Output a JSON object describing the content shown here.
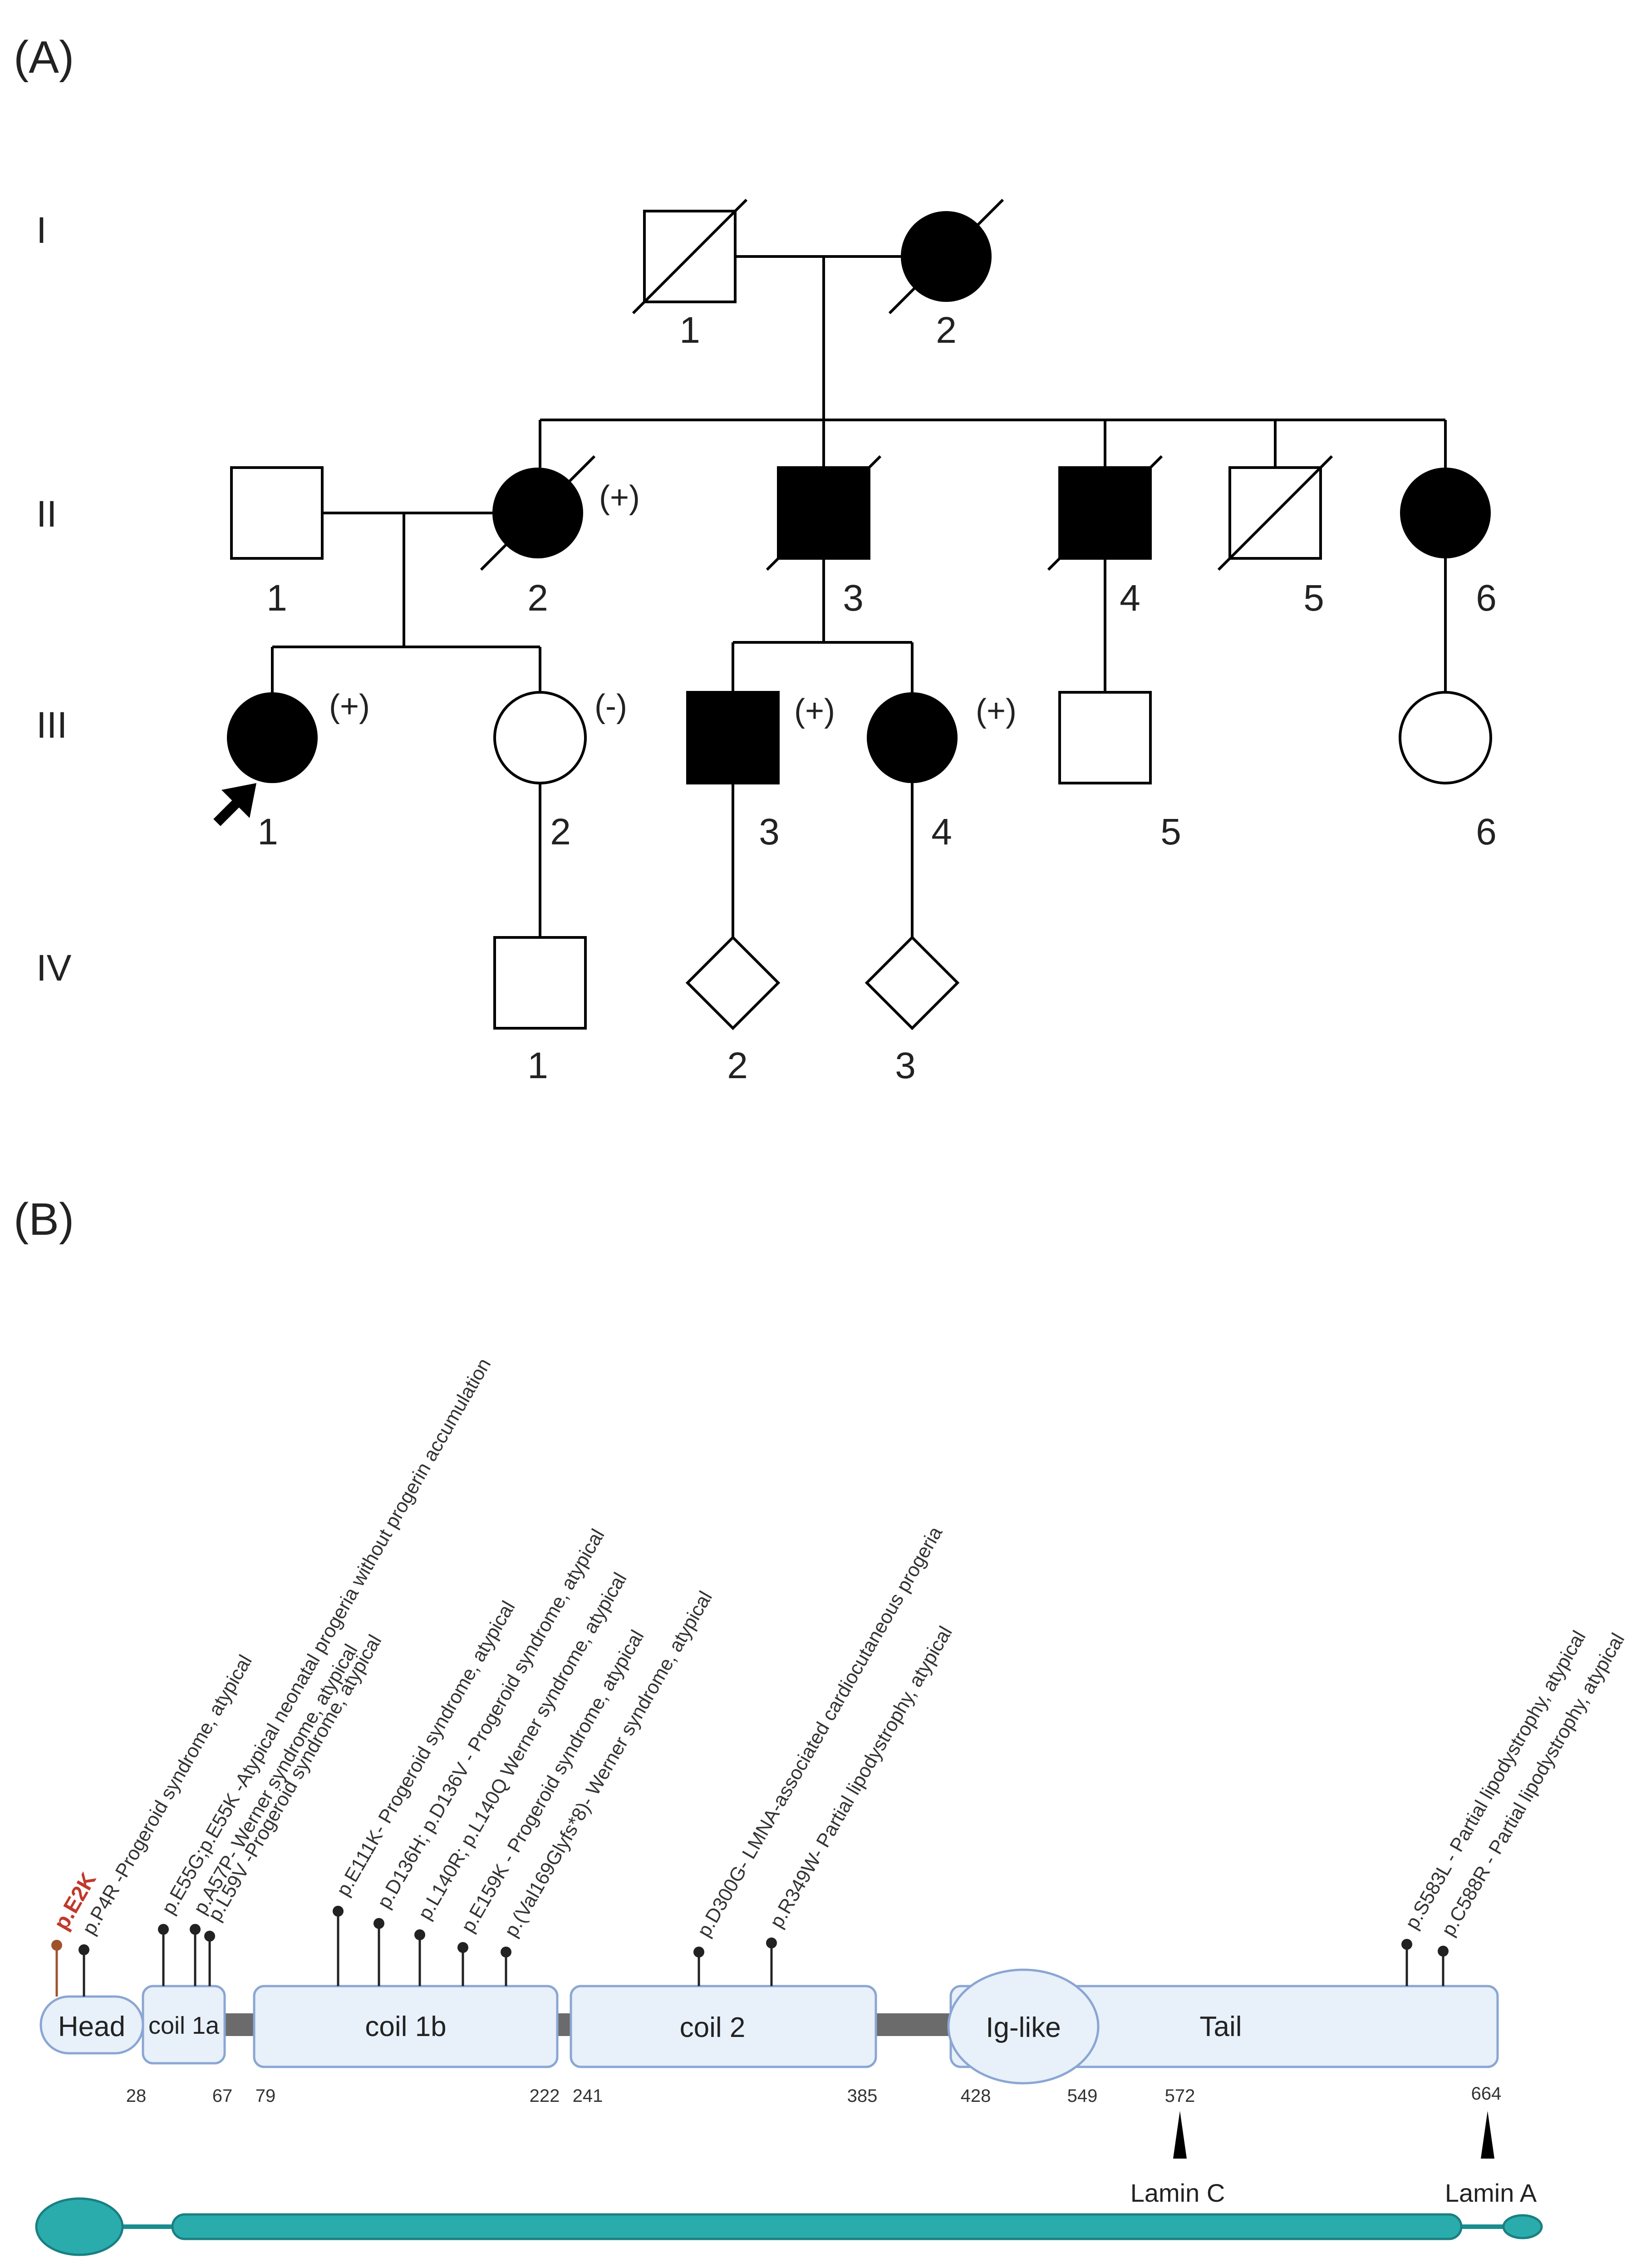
{
  "panel_a_label": "(A)",
  "panel_b_label": "(B)",
  "generations": [
    "I",
    "II",
    "III",
    "IV"
  ],
  "pedigree": {
    "gen1": [
      "1",
      "2"
    ],
    "gen2": [
      "1",
      "2",
      "3",
      "4",
      "5",
      "6"
    ],
    "gen3": [
      "1",
      "2",
      "3",
      "4",
      "5",
      "6"
    ],
    "gen4": [
      "1",
      "2",
      "3"
    ],
    "test_results": {
      "II2": "(+)",
      "III1": "(+)",
      "III2": "(-)",
      "III3": "(+)",
      "III4": "(+)"
    }
  },
  "protein": {
    "domains": {
      "head": "Head",
      "coil1a": "coil 1a",
      "coil1b": "coil 1b",
      "coil2": "coil 2",
      "iglike": "Ig-like",
      "tail": "Tail"
    },
    "positions": [
      "28",
      "67",
      "79",
      "222",
      "241",
      "385",
      "428",
      "549",
      "572",
      "664"
    ],
    "isoforms": {
      "lamin_c": "Lamin C",
      "lamin_a": "Lamin A"
    },
    "mutations": [
      {
        "text": "p.E2K",
        "highlight": true
      },
      {
        "text": "p.P4R -Progeroid syndrome, atypical",
        "highlight": false
      },
      {
        "text": "p.E55G;p.E55K -Atypical neonatal progeria without progerin accumulation",
        "highlight": false
      },
      {
        "text": "p.A57P- Werner syndrome, atypical",
        "highlight": false
      },
      {
        "text": "p.L59V -Progeroid syndrome, atypical",
        "highlight": false
      },
      {
        "text": "p.E111K- Progeroid syndrome, atypical",
        "highlight": false
      },
      {
        "text": "p.D136H; p.D136V - Progeroid syndrome, atypical",
        "highlight": false
      },
      {
        "text": "p.L140R; p.L140Q Werner syndrome, atypical",
        "highlight": false
      },
      {
        "text": "p.E159K - Progeroid syndrome, atypical",
        "highlight": false
      },
      {
        "text": "p.(Val169Glyfs*8)- Werner syndrome, atypical",
        "highlight": false
      },
      {
        "text": "p.D300G- LMNA-associated cardiocutaneous progeria",
        "highlight": false
      },
      {
        "text": "p.R349W- Partial lipodystrophy, atypical",
        "highlight": false
      },
      {
        "text": "p.S583L - Partial lipodystrophy, atypical",
        "highlight": false
      },
      {
        "text": "p.C588R - Partial lipodystrophy, atypical",
        "highlight": false
      }
    ]
  }
}
